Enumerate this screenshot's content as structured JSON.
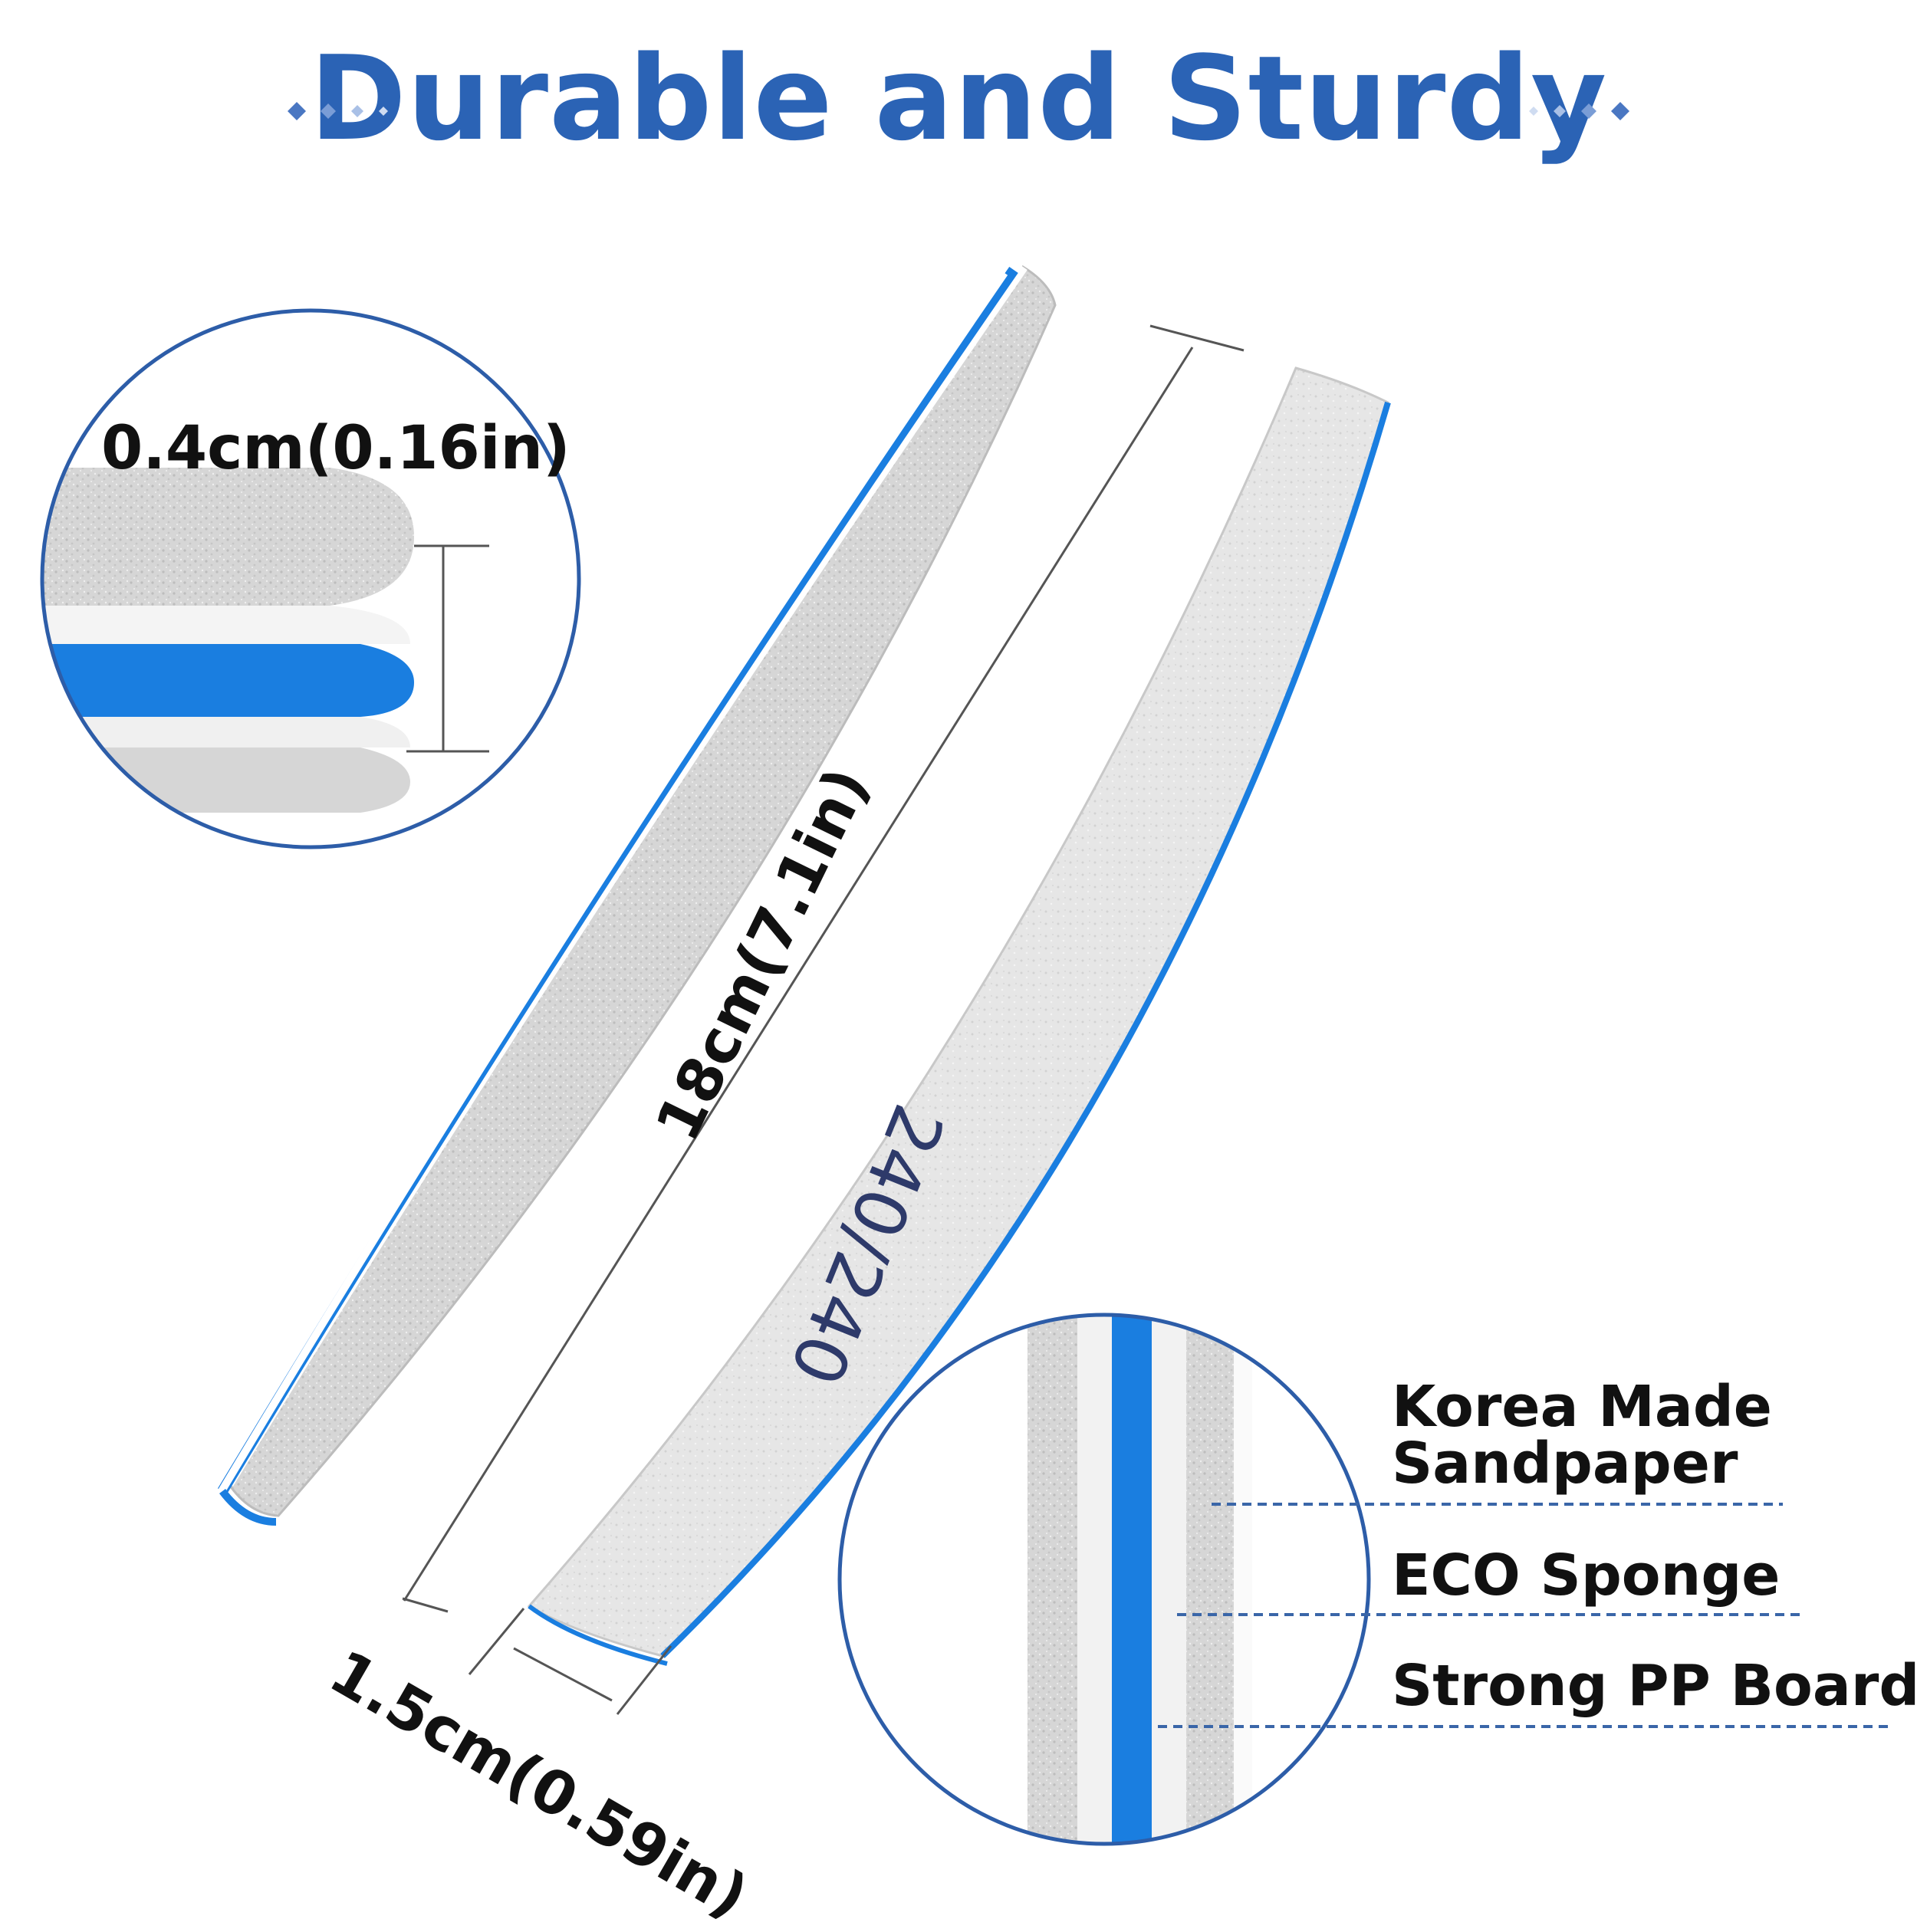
{
  "title": "Durable and Sturdy",
  "dimensions": {
    "thickness": "0.4cm(0.16in)",
    "length": "18cm(7.1in)",
    "width": "1.5cm(0.59in)"
  },
  "grit_label": "240/240",
  "layers": [
    {
      "line1": "Korea Made",
      "line2": "Sandpaper"
    },
    {
      "line1": "ECO Sponge"
    },
    {
      "line1": "Strong PP Board"
    }
  ],
  "colors": {
    "accent": "#2b63b5",
    "stripe": "#1a7ee0",
    "circle_border": "#2d5da8",
    "sand": "#d8d8d8",
    "dashed": "#3a66a8"
  }
}
